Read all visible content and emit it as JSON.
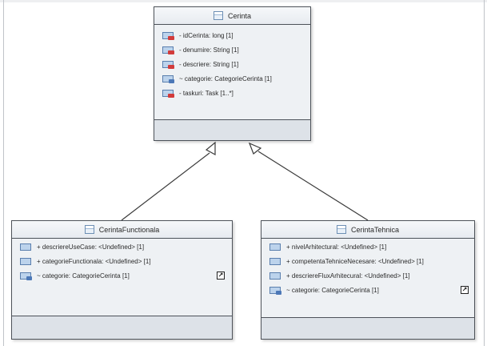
{
  "classes": {
    "cerinta": {
      "name": "Cerinta",
      "attributes": [
        {
          "text": "- idCerinta: long [1]",
          "visibility": "private"
        },
        {
          "text": "- denumire: String [1]",
          "visibility": "private"
        },
        {
          "text": "- descriere: String [1]",
          "visibility": "private"
        },
        {
          "text": "~ categorie: CategorieCerinta [1]",
          "visibility": "package"
        },
        {
          "text": "- taskuri: Task [1..*]",
          "visibility": "private"
        }
      ]
    },
    "functionala": {
      "name": "CerintaFunctionala",
      "attributes": [
        {
          "text": "+ descriereUseCase: <Undefined> [1]",
          "visibility": "public"
        },
        {
          "text": "+ categorieFunctionala: <Undefined> [1]",
          "visibility": "public"
        },
        {
          "text": "~ categorie: CategorieCerinta [1]",
          "visibility": "package",
          "linked": true
        }
      ]
    },
    "tehnica": {
      "name": "CerintaTehnica",
      "attributes": [
        {
          "text": "+ nivelArhitectural: <Undefined> [1]",
          "visibility": "public"
        },
        {
          "text": "+ competentaTehniceNecesare: <Undefined> [1]",
          "visibility": "public"
        },
        {
          "text": "+ descriereFluxArhitecural: <Undefined> [1]",
          "visibility": "public"
        },
        {
          "text": "~ categorie: CategorieCerinta [1]",
          "visibility": "package",
          "linked": true
        }
      ]
    }
  },
  "relations": [
    {
      "type": "generalization",
      "from": "CerintaFunctionala",
      "to": "Cerinta"
    },
    {
      "type": "generalization",
      "from": "CerintaTehnica",
      "to": "Cerinta"
    }
  ],
  "icons": {
    "class": "class-icon",
    "private_attribute": "private-attribute-icon",
    "public_attribute": "public-attribute-icon",
    "package_attribute": "package-attribute-icon",
    "link": "shortcut-link-icon"
  },
  "colors": {
    "class_fill": "#dde2e8",
    "attribute_compartment": "#eef1f4",
    "border": "#4d5259",
    "private_marker": "#d23b3b",
    "package_marker": "#4c78b7",
    "edge": "#3a3a3a"
  }
}
